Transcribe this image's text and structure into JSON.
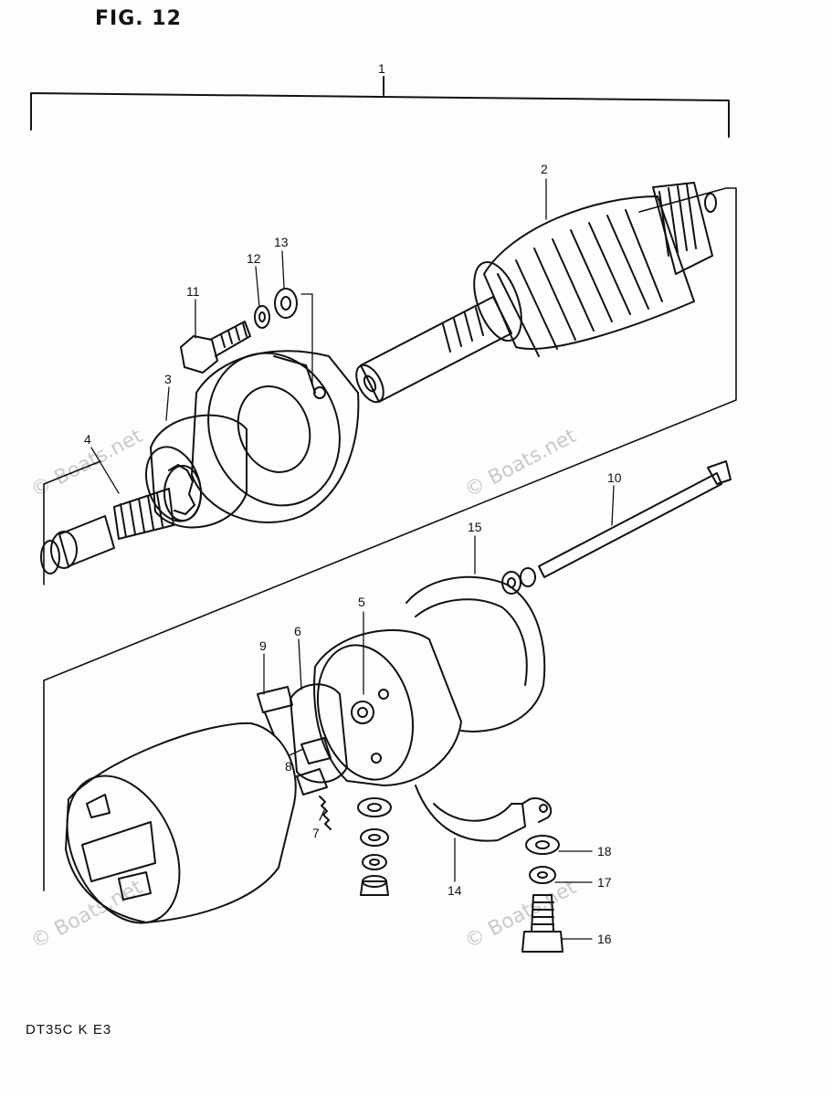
{
  "figure": {
    "title": "FIG. 12",
    "model_code": "DT35C K E3"
  },
  "watermark": {
    "text": "© Boats.net"
  },
  "callouts": [
    {
      "id": "1",
      "label": "1"
    },
    {
      "id": "2",
      "label": "2"
    },
    {
      "id": "3",
      "label": "3"
    },
    {
      "id": "4",
      "label": "4"
    },
    {
      "id": "5",
      "label": "5"
    },
    {
      "id": "6",
      "label": "6"
    },
    {
      "id": "7",
      "label": "7"
    },
    {
      "id": "8",
      "label": "8"
    },
    {
      "id": "9",
      "label": "9"
    },
    {
      "id": "10",
      "label": "10"
    },
    {
      "id": "11",
      "label": "11"
    },
    {
      "id": "12",
      "label": "12"
    },
    {
      "id": "13",
      "label": "13"
    },
    {
      "id": "14",
      "label": "14"
    },
    {
      "id": "15",
      "label": "15"
    },
    {
      "id": "16",
      "label": "16"
    },
    {
      "id": "17",
      "label": "17"
    },
    {
      "id": "18",
      "label": "18"
    }
  ],
  "colors": {
    "ink": "#111111",
    "paper": "#fdfdfb",
    "watermark": "#c9c9c9"
  }
}
